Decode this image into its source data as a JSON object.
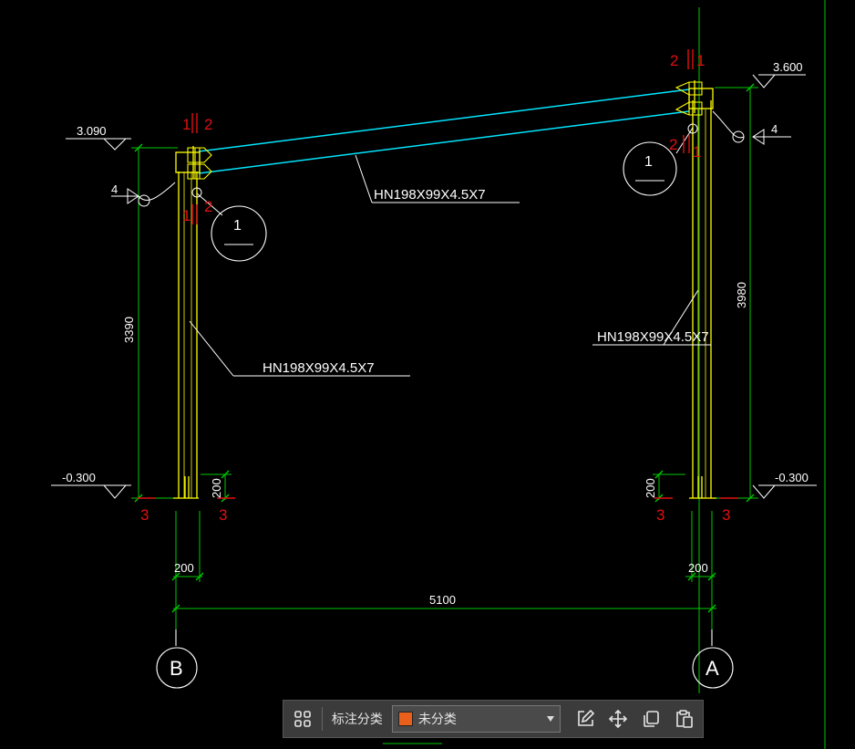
{
  "drawing": {
    "levels": {
      "left_top": "3.090",
      "right_top": "3.600",
      "left_bottom": "-0.300",
      "right_bottom": "-0.300"
    },
    "beam_label": "HN198X99X4.5X7",
    "left_column_label": "HN198X99X4.5X7",
    "right_column_label": "HN198X99X4.5X7",
    "dims": {
      "left_height": "3390",
      "right_height": "3980",
      "span": "5100",
      "left_base_offset": "200",
      "right_base_offset": "200",
      "left_base_h": "200",
      "right_base_h": "200"
    },
    "axes": {
      "left": "B",
      "right": "A"
    },
    "detail_callouts": {
      "left": "1",
      "right": "1"
    },
    "weld_marks": {
      "left": "4",
      "right": "4"
    },
    "section_marks": {
      "left_top_a": "1",
      "left_top_b": "2",
      "left_mid_a": "1",
      "left_mid_b": "2",
      "right_top_a": "2",
      "right_top_b": "1",
      "right_mid_a": "2",
      "right_mid_b": "1",
      "left_base_a": "3",
      "left_base_b": "3",
      "right_base_a": "3",
      "right_base_b": "3"
    },
    "colors": {
      "column": "#ffff00",
      "beam": "#00e5ff",
      "dimension": "#00c800",
      "annotation": "#ffffff",
      "section": "#e01010"
    }
  },
  "toolbar": {
    "group_icon": "grid-icon",
    "category_label": "标注分类",
    "layer_value": "未分类",
    "layer_color": "#e8601c",
    "edit_icon": "edit-icon",
    "move_icon": "move-icon",
    "copy_icon": "copy-icon",
    "paste_icon": "paste-icon"
  }
}
